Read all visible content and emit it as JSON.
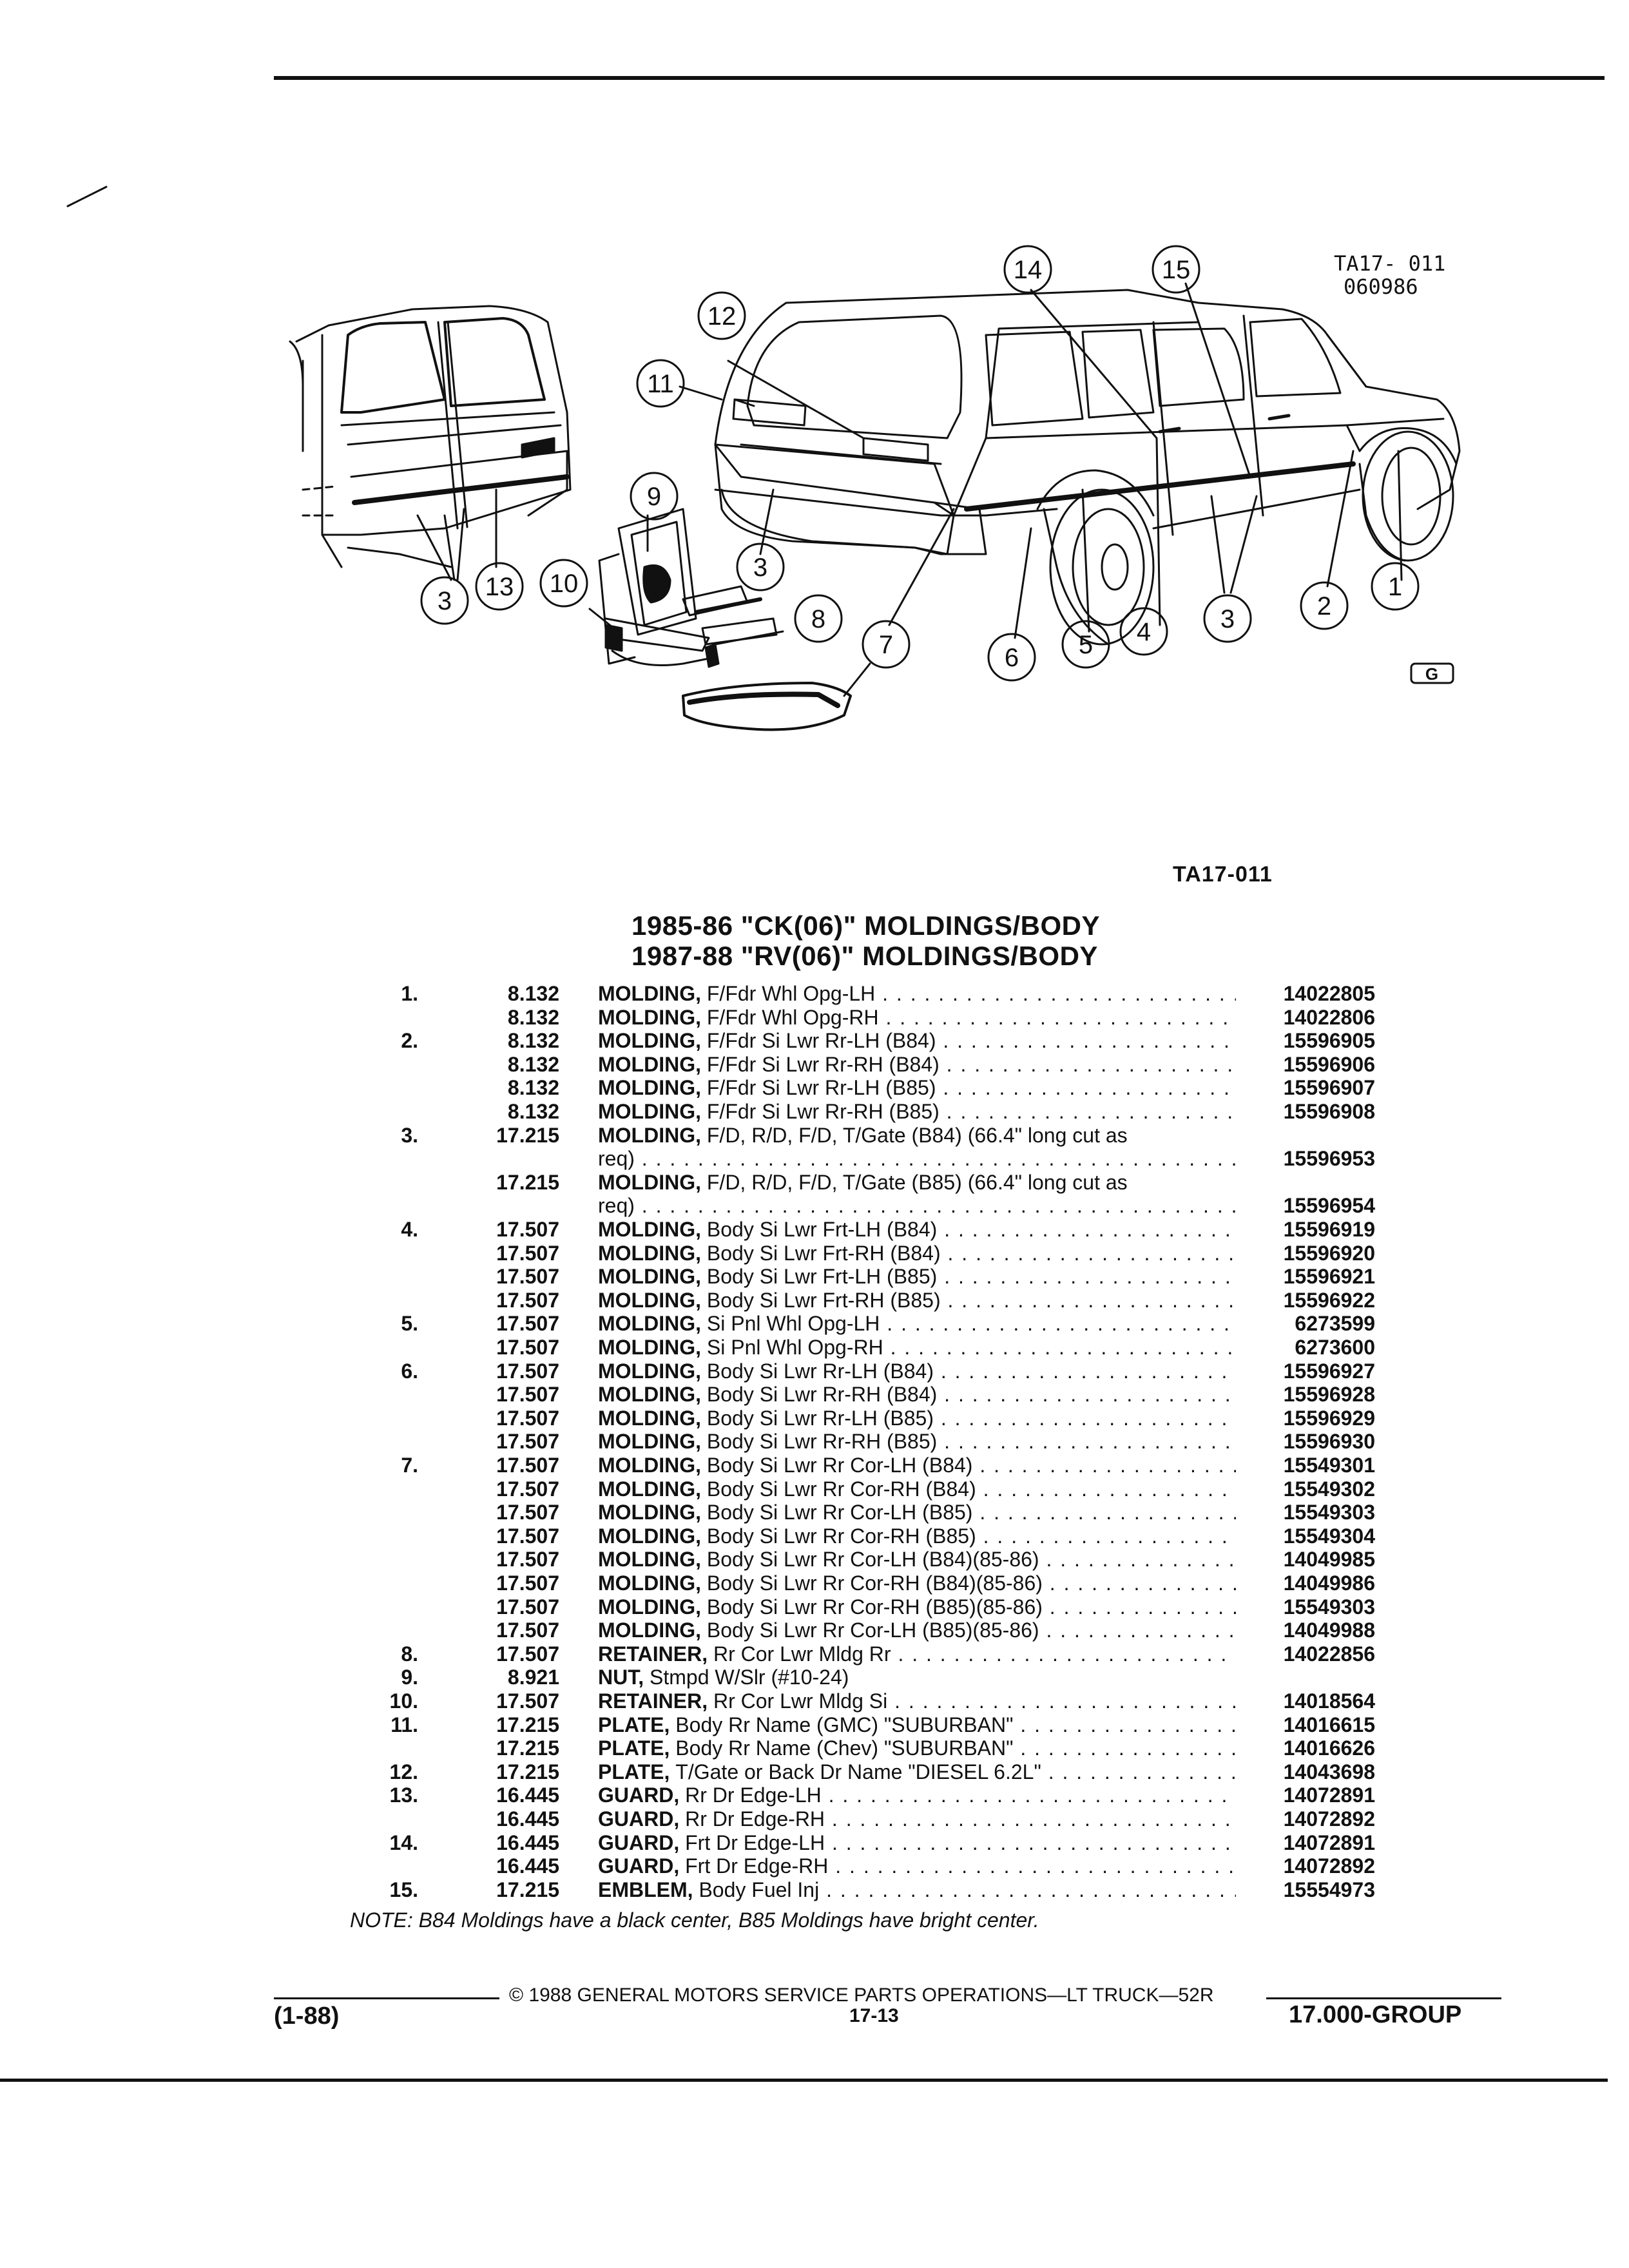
{
  "figure": {
    "ref_code": "TA17- 011",
    "date_code": "060986",
    "callouts": [
      "1",
      "2",
      "3",
      "3",
      "3",
      "4",
      "5",
      "6",
      "7",
      "8",
      "9",
      "10",
      "11",
      "12",
      "13",
      "14",
      "15"
    ],
    "logo_mark": "G"
  },
  "figure_label": "TA17-011",
  "titles": [
    "1985-86 \"CK(06)\" MOLDINGS/BODY",
    "1987-88 \"RV(06)\" MOLDINGS/BODY"
  ],
  "parts": [
    {
      "num": "1.",
      "group": "8.132",
      "name": "MOLDING,",
      "desc": "F/Fdr Whl Opg-LH",
      "part": "14022805"
    },
    {
      "num": "",
      "group": "8.132",
      "name": "MOLDING,",
      "desc": "F/Fdr Whl Opg-RH",
      "part": "14022806"
    },
    {
      "num": "2.",
      "group": "8.132",
      "name": "MOLDING,",
      "desc": "F/Fdr Si Lwr Rr-LH (B84)",
      "part": "15596905"
    },
    {
      "num": "",
      "group": "8.132",
      "name": "MOLDING,",
      "desc": "F/Fdr Si Lwr Rr-RH (B84)",
      "part": "15596906"
    },
    {
      "num": "",
      "group": "8.132",
      "name": "MOLDING,",
      "desc": "F/Fdr Si Lwr Rr-LH (B85)",
      "part": "15596907"
    },
    {
      "num": "",
      "group": "8.132",
      "name": "MOLDING,",
      "desc": "F/Fdr Si Lwr Rr-RH (B85)",
      "part": "15596908"
    },
    {
      "num": "3.",
      "group": "17.215",
      "name": "MOLDING,",
      "desc": "F/D, R/D, F/D, T/Gate (B84) (66.4\" long cut as",
      "part": ""
    },
    {
      "num": "",
      "group": "",
      "name": "",
      "desc": "req)",
      "part": "15596953"
    },
    {
      "num": "",
      "group": "17.215",
      "name": "MOLDING,",
      "desc": "F/D, R/D, F/D, T/Gate (B85) (66.4\" long cut as",
      "part": ""
    },
    {
      "num": "",
      "group": "",
      "name": "",
      "desc": "req)",
      "part": "15596954"
    },
    {
      "num": "4.",
      "group": "17.507",
      "name": "MOLDING,",
      "desc": "Body Si Lwr Frt-LH (B84)",
      "part": "15596919"
    },
    {
      "num": "",
      "group": "17.507",
      "name": "MOLDING,",
      "desc": "Body Si Lwr Frt-RH (B84)",
      "part": "15596920"
    },
    {
      "num": "",
      "group": "17.507",
      "name": "MOLDING,",
      "desc": "Body Si Lwr Frt-LH (B85)",
      "part": "15596921"
    },
    {
      "num": "",
      "group": "17.507",
      "name": "MOLDING,",
      "desc": "Body Si Lwr Frt-RH (B85)",
      "part": "15596922"
    },
    {
      "num": "5.",
      "group": "17.507",
      "name": "MOLDING,",
      "desc": "Si Pnl Whl Opg-LH",
      "part": "6273599"
    },
    {
      "num": "",
      "group": "17.507",
      "name": "MOLDING,",
      "desc": "Si Pnl Whl Opg-RH",
      "part": "6273600"
    },
    {
      "num": "6.",
      "group": "17.507",
      "name": "MOLDING,",
      "desc": "Body Si Lwr Rr-LH (B84)",
      "part": "15596927"
    },
    {
      "num": "",
      "group": "17.507",
      "name": "MOLDING,",
      "desc": "Body Si Lwr Rr-RH (B84)",
      "part": "15596928"
    },
    {
      "num": "",
      "group": "17.507",
      "name": "MOLDING,",
      "desc": "Body Si Lwr Rr-LH (B85)",
      "part": "15596929"
    },
    {
      "num": "",
      "group": "17.507",
      "name": "MOLDING,",
      "desc": "Body Si Lwr Rr-RH (B85)",
      "part": "15596930"
    },
    {
      "num": "7.",
      "group": "17.507",
      "name": "MOLDING,",
      "desc": "Body Si Lwr Rr Cor-LH (B84)",
      "part": "15549301"
    },
    {
      "num": "",
      "group": "17.507",
      "name": "MOLDING,",
      "desc": "Body Si Lwr Rr Cor-RH (B84)",
      "part": "15549302"
    },
    {
      "num": "",
      "group": "17.507",
      "name": "MOLDING,",
      "desc": "Body Si Lwr Rr Cor-LH (B85)",
      "part": "15549303"
    },
    {
      "num": "",
      "group": "17.507",
      "name": "MOLDING,",
      "desc": "Body Si Lwr Rr Cor-RH (B85)",
      "part": "15549304"
    },
    {
      "num": "",
      "group": "17.507",
      "name": "MOLDING,",
      "desc": "Body Si Lwr Rr Cor-LH (B84)(85-86)",
      "part": "14049985"
    },
    {
      "num": "",
      "group": "17.507",
      "name": "MOLDING,",
      "desc": "Body Si Lwr Rr Cor-RH (B84)(85-86)",
      "part": "14049986"
    },
    {
      "num": "",
      "group": "17.507",
      "name": "MOLDING,",
      "desc": "Body Si Lwr Rr Cor-RH (B85)(85-86)",
      "part": "15549303"
    },
    {
      "num": "",
      "group": "17.507",
      "name": "MOLDING,",
      "desc": "Body Si Lwr Rr Cor-LH (B85)(85-86)",
      "part": "14049988"
    },
    {
      "num": "8.",
      "group": "17.507",
      "name": "RETAINER,",
      "desc": "Rr Cor Lwr Mldg Rr",
      "part": "14022856"
    },
    {
      "num": "9.",
      "group": "8.921",
      "name": "NUT,",
      "desc": "Stmpd W/Slr (#10-24)",
      "part": ""
    },
    {
      "num": "10.",
      "group": "17.507",
      "name": "RETAINER,",
      "desc": "Rr Cor Lwr Mldg Si",
      "part": "14018564"
    },
    {
      "num": "11.",
      "group": "17.215",
      "name": "PLATE,",
      "desc": "Body Rr Name (GMC) \"SUBURBAN\"",
      "part": "14016615"
    },
    {
      "num": "",
      "group": "17.215",
      "name": "PLATE,",
      "desc": "Body Rr Name (Chev) \"SUBURBAN\"",
      "part": "14016626"
    },
    {
      "num": "12.",
      "group": "17.215",
      "name": "PLATE,",
      "desc": "T/Gate or Back Dr Name \"DIESEL 6.2L\"",
      "part": "14043698"
    },
    {
      "num": "13.",
      "group": "16.445",
      "name": "GUARD,",
      "desc": "Rr Dr Edge-LH",
      "part": "14072891"
    },
    {
      "num": "",
      "group": "16.445",
      "name": "GUARD,",
      "desc": "Rr Dr Edge-RH",
      "part": "14072892"
    },
    {
      "num": "14.",
      "group": "16.445",
      "name": "GUARD,",
      "desc": "Frt Dr Edge-LH",
      "part": "14072891"
    },
    {
      "num": "",
      "group": "16.445",
      "name": "GUARD,",
      "desc": "Frt Dr Edge-RH",
      "part": "14072892"
    },
    {
      "num": "15.",
      "group": "17.215",
      "name": "EMBLEM,",
      "desc": "Body Fuel Inj",
      "part": "15554973"
    }
  ],
  "note": "NOTE: B84 Moldings have a black center, B85 Moldings have bright center.",
  "footer": {
    "copyright": "© 1988 GENERAL MOTORS SERVICE PARTS OPERATIONS—LT TRUCK—52R",
    "date": "(1-88)",
    "page": "17-13",
    "group": "17.000-GROUP"
  }
}
